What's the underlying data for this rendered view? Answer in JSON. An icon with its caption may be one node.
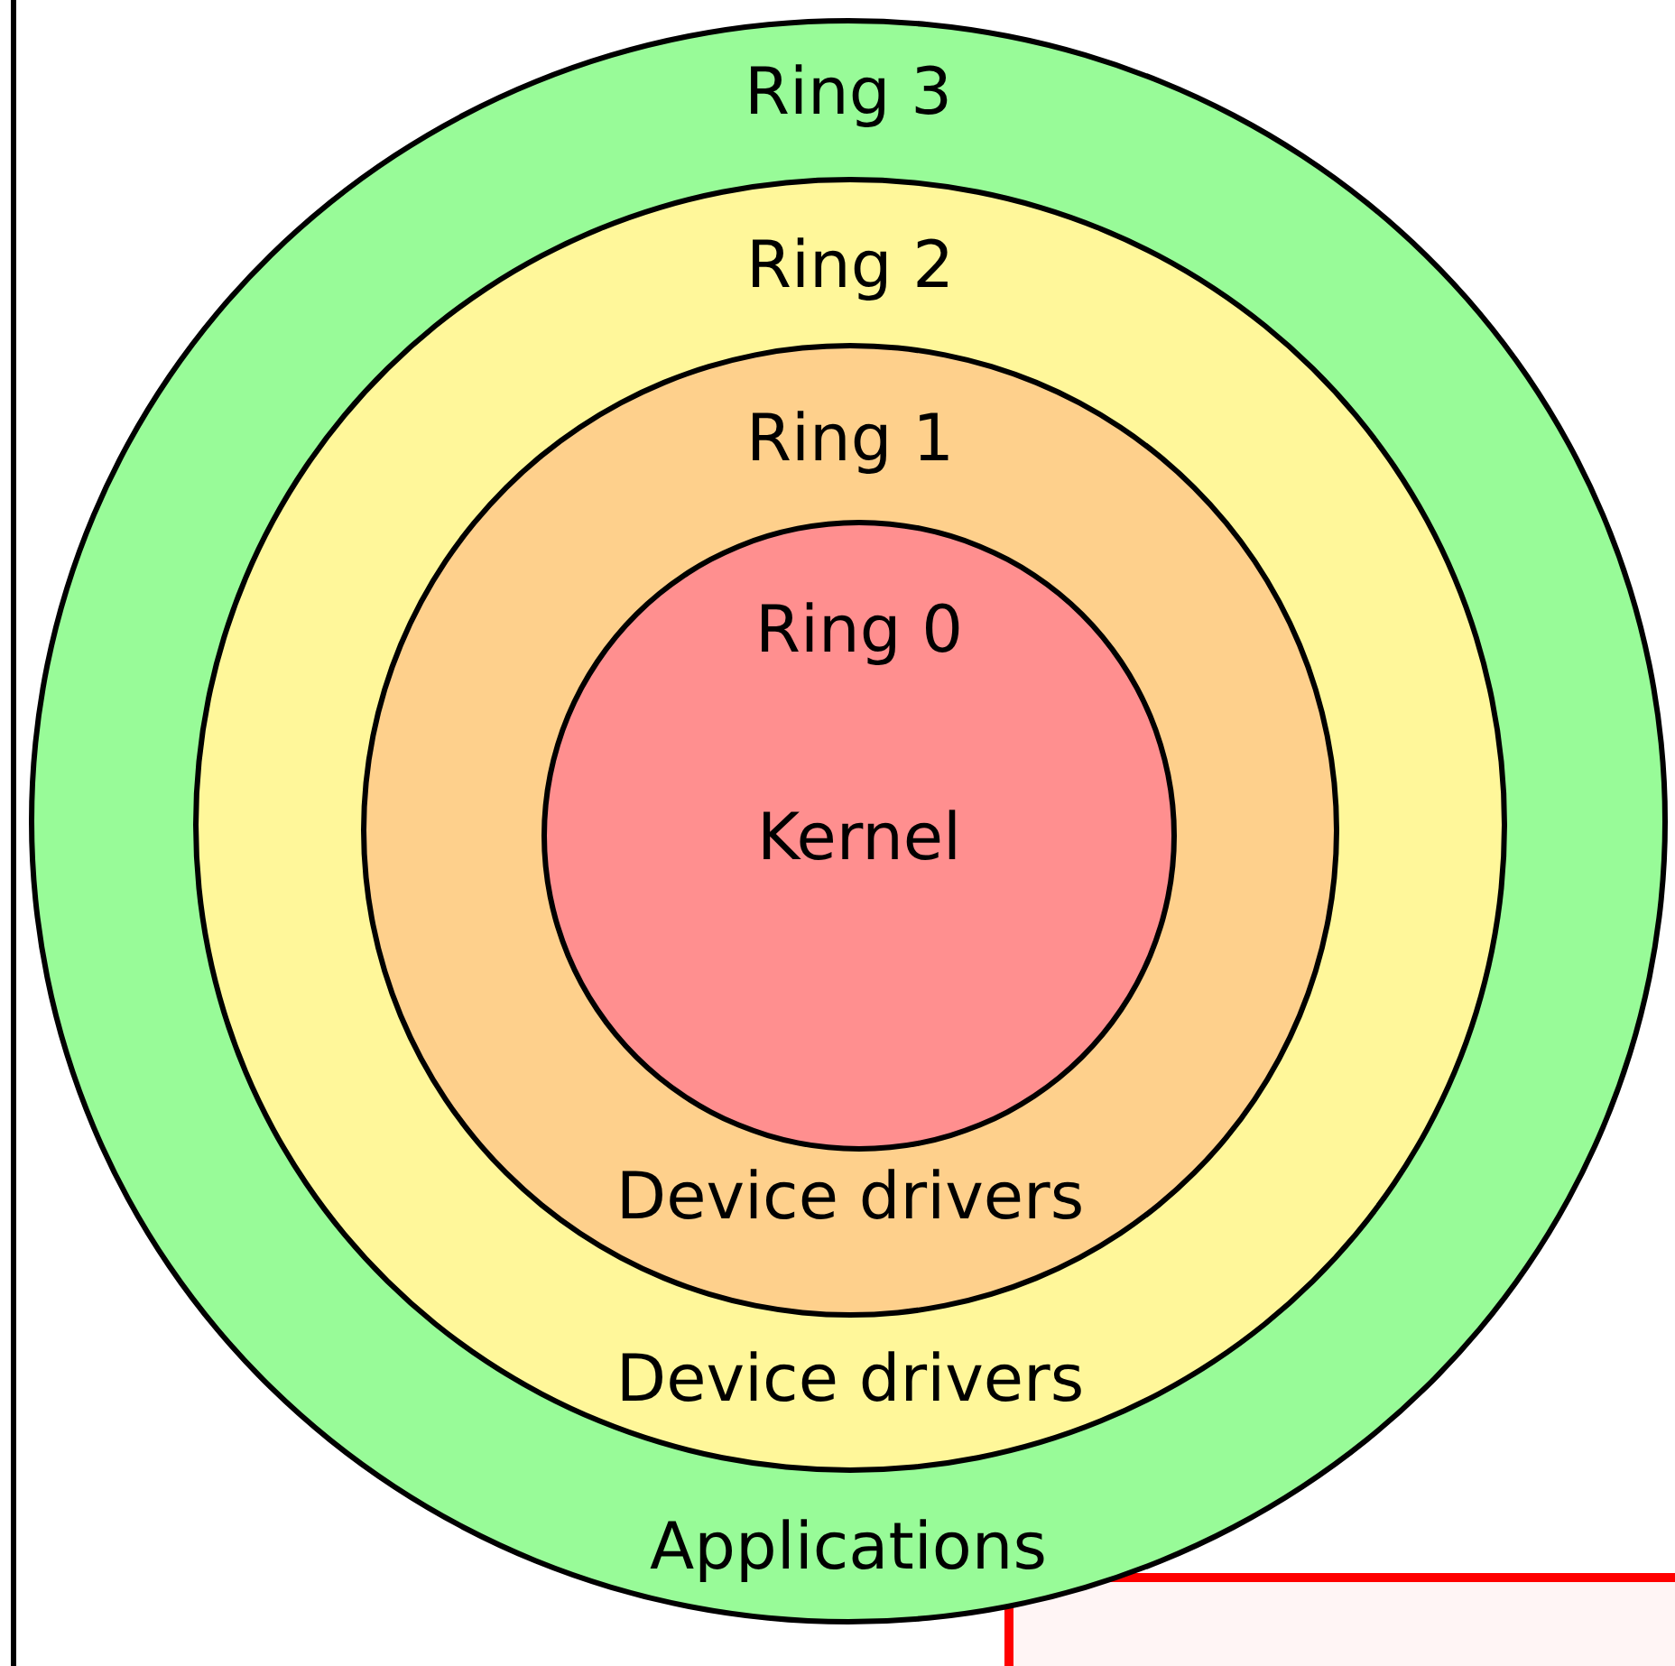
{
  "diagram": {
    "nodes": [
      {
        "text": [
          "Ring 3",
          "Applications"
        ]
      },
      {
        "text": [
          "Ring 2",
          "Device drivers"
        ],
        "in": 0
      },
      {
        "text": [
          "Ring 1",
          "Device drivers"
        ],
        "in": 1
      },
      {
        "text": [
          "Ring 0",
          "Kernel"
        ],
        "in": 2
      }
    ]
  }
}
